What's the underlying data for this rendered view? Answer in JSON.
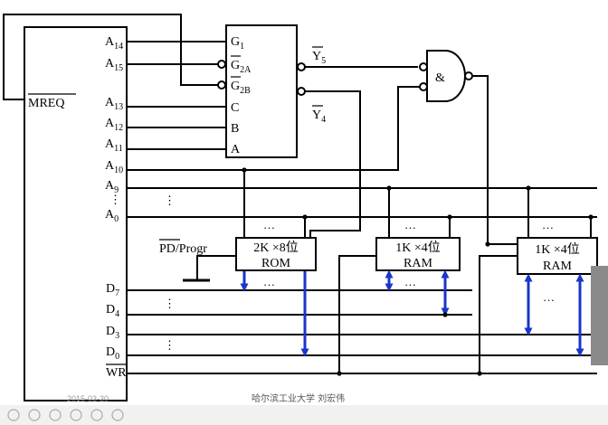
{
  "cpu": {
    "pins": {
      "a14": {
        "main": "A",
        "sub": "14"
      },
      "a15": {
        "main": "A",
        "sub": "15"
      },
      "mreq": "MREQ",
      "a13": {
        "main": "A",
        "sub": "13"
      },
      "a12": {
        "main": "A",
        "sub": "12"
      },
      "a11": {
        "main": "A",
        "sub": "11"
      },
      "a10": {
        "main": "A",
        "sub": "10"
      },
      "a9": {
        "main": "A",
        "sub": "9"
      },
      "a0": {
        "main": "A",
        "sub": "0"
      },
      "d7": {
        "main": "D",
        "sub": "7"
      },
      "d4": {
        "main": "D",
        "sub": "4"
      },
      "d3": {
        "main": "D",
        "sub": "3"
      },
      "d0": {
        "main": "D",
        "sub": "0"
      },
      "wr": "WR"
    }
  },
  "decoder": {
    "inputs": {
      "g1": {
        "main": "G",
        "sub": "1"
      },
      "g2a": {
        "main": "G",
        "sub": "2A"
      },
      "g2b": {
        "main": "G",
        "sub": "2B"
      },
      "c": "C",
      "b": "B",
      "a": "A"
    },
    "outputs": {
      "y5": {
        "main": "Y",
        "sub": "5"
      },
      "y4": {
        "main": "Y",
        "sub": "4"
      }
    }
  },
  "and_gate": {
    "symbol": "&"
  },
  "pd_label": {
    "pd": "PD",
    "rest": "/Progr"
  },
  "chips": [
    {
      "line1": "2K ×8位",
      "line2": "ROM"
    },
    {
      "line1": "1K ×4位",
      "line2": "RAM"
    },
    {
      "line1": "1K ×4位",
      "line2": "RAM"
    }
  ],
  "ellipsis": "…",
  "vdots": "⋮",
  "footer": {
    "text": "哈尔滨工业大学  刘宏伟",
    "date": "2015-03-30"
  },
  "colors": {
    "bus": "#1a35c8",
    "wire": "#000000"
  }
}
